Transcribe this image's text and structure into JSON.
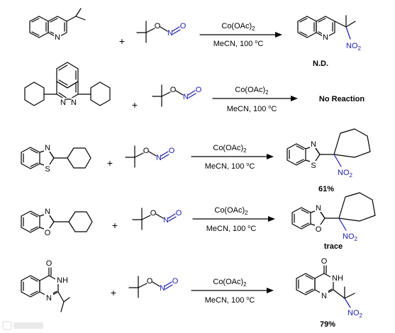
{
  "atoms": {
    "N": "N",
    "S": "S",
    "O": "O",
    "NH": "NH",
    "NO2": "NO",
    "NO2_sub": "2"
  },
  "reactions": [
    {
      "catalyst": "Co(OAc)",
      "catalyst_sub": "2",
      "conditions": "MeCN, 100 ",
      "deg": "o",
      "unit": "C",
      "result": "N.D."
    },
    {
      "catalyst": "Co(OAc)",
      "catalyst_sub": "2",
      "conditions": "MeCN, 100 ",
      "deg": "o",
      "unit": "C",
      "result": "No Reaction"
    },
    {
      "catalyst": "Co(OAc)",
      "catalyst_sub": "2",
      "conditions": "MeCN, 100 ",
      "deg": "o",
      "unit": "C",
      "result": "61%"
    },
    {
      "catalyst": "Co(OAc)",
      "catalyst_sub": "2",
      "conditions": "MeCN, 100 ",
      "deg": "o",
      "unit": "C",
      "result": "trace"
    },
    {
      "catalyst": "Co(OAc)",
      "catalyst_sub": "2",
      "conditions": "MeCN, 100 ",
      "deg": "o",
      "unit": "C",
      "result": "79%"
    }
  ],
  "plus_sign": "+",
  "colors": {
    "ink": "#000000",
    "nitro": "#1a1aa8",
    "background": "#ffffff"
  }
}
